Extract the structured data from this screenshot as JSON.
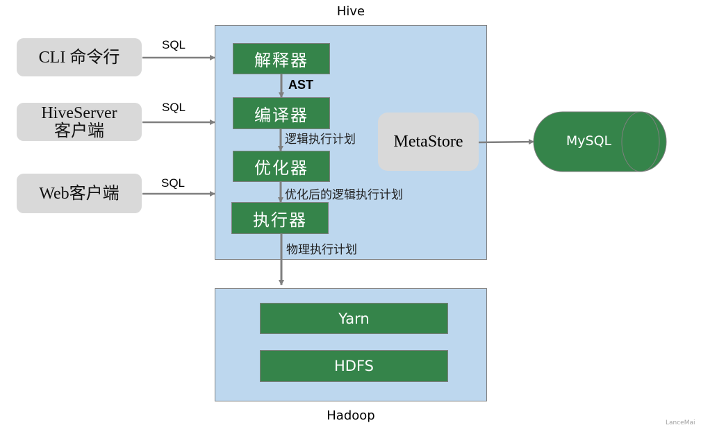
{
  "hive": {
    "title": "Hive",
    "components": [
      {
        "label": "解释器"
      },
      {
        "label": "编译器"
      },
      {
        "label": "优化器"
      },
      {
        "label": "执行器"
      }
    ],
    "flow_labels": [
      "AST",
      "逻辑执行计划",
      "优化后的逻辑执行计划",
      "物理执行计划"
    ],
    "metastore": "MetaStore"
  },
  "clients": [
    {
      "line1": "CLI 命令行",
      "line2": "",
      "arrow_label": "SQL"
    },
    {
      "line1": "HiveServer",
      "line2": "客户端",
      "arrow_label": "SQL"
    },
    {
      "line1": "Web客户端",
      "line2": "",
      "arrow_label": "SQL"
    }
  ],
  "database": {
    "label": "MySQL"
  },
  "hadoop": {
    "title": "Hadoop",
    "components": [
      {
        "label": "Yarn"
      },
      {
        "label": "HDFS"
      }
    ]
  },
  "watermark": "LanceMai",
  "colors": {
    "panel_fill": "#bdd7ee",
    "component_green": "#35844a",
    "client_gray": "#d9d9d9",
    "arrow_gray": "#7f7f7f"
  }
}
